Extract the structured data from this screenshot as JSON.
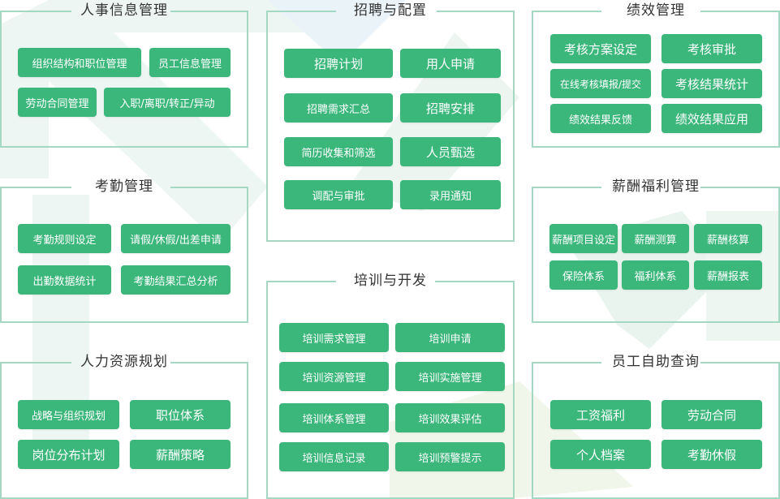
{
  "colors": {
    "accent": "#3cb77c",
    "border": "#a5d8c2",
    "title": "#333333"
  },
  "modules": {
    "personnel": {
      "title": "人事信息管理",
      "items": [
        "组织结构和职位管理",
        "员工信息管理",
        "劳动合同管理",
        "入职/离职/转正/异动"
      ]
    },
    "recruitment": {
      "title": "招聘与配置",
      "items": [
        "招聘计划",
        "用人申请",
        "招聘需求汇总",
        "招聘安排",
        "简历收集和筛选",
        "人员甄选",
        "调配与审批",
        "录用通知"
      ]
    },
    "performance": {
      "title": "绩效管理",
      "items": [
        "考核方案设定",
        "考核审批",
        "在线考核填报/提交",
        "考核结果统计",
        "绩效结果反馈",
        "绩效结果应用"
      ]
    },
    "attendance": {
      "title": "考勤管理",
      "items": [
        "考勤规则设定",
        "请假/休假/出差申请",
        "出勤数据统计",
        "考勤结果汇总分析"
      ]
    },
    "compensation": {
      "title": "薪酬福利管理",
      "items": [
        "薪酬项目设定",
        "薪酬测算",
        "薪酬核算",
        "保险体系",
        "福利体系",
        "薪酬报表"
      ]
    },
    "training": {
      "title": "培训与开发",
      "items": [
        "培训需求管理",
        "培训申请",
        "培训资源管理",
        "培训实施管理",
        "培训体系管理",
        "培训效果评估",
        "培训信息记录",
        "培训预警提示"
      ]
    },
    "planning": {
      "title": "人力资源规划",
      "items": [
        "战略与组织规划",
        "职位体系",
        "岗位分布计划",
        "薪酬策略"
      ]
    },
    "selfservice": {
      "title": "员工自助查询",
      "items": [
        "工资福利",
        "劳动合同",
        "个人档案",
        "考勤休假"
      ]
    }
  }
}
